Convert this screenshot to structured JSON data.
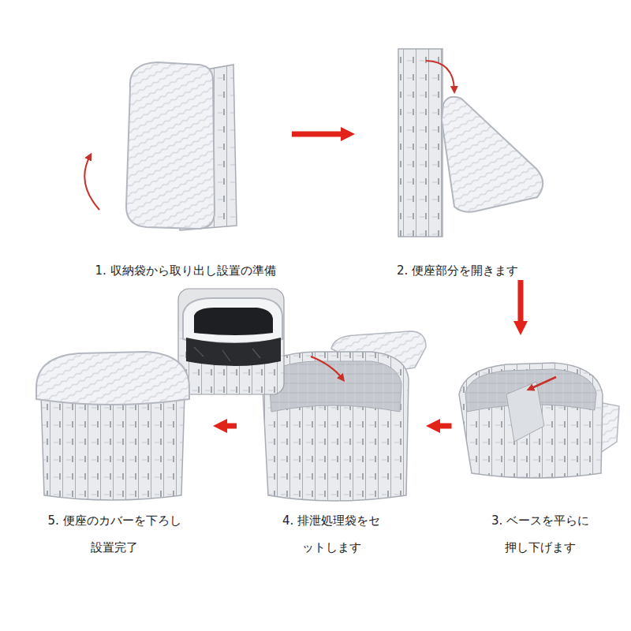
{
  "diagram": {
    "nodes": [
      {
        "text": [
          "1. 収納袋から取り出し設置の準備"
        ]
      },
      {
        "text": [
          "2. 便座部分を開きます"
        ]
      },
      {
        "text": [
          "3. ベースを平らに 押し下げます"
        ]
      },
      {
        "text": [
          "4. 排泄処理袋をセ ットします"
        ]
      },
      {
        "text": [
          "5. 便座のカバーを下ろし 設置完了"
        ]
      }
    ],
    "edges": [
      {
        "from": 0,
        "to": 1,
        "arrow": "to"
      },
      {
        "from": 1,
        "to": 2,
        "arrow": "to"
      },
      {
        "from": 2,
        "to": 3,
        "arrow": "to"
      },
      {
        "from": 3,
        "to": 4,
        "arrow": "to"
      }
    ]
  }
}
